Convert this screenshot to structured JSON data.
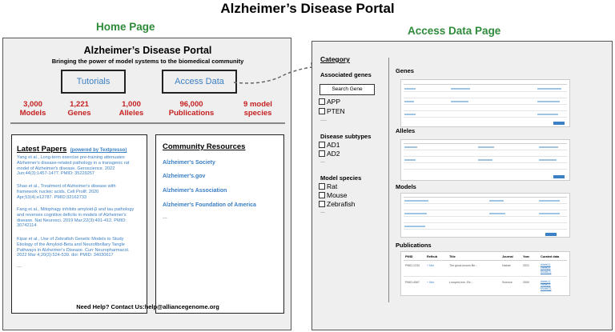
{
  "main_title": "Alzheimer’s Disease Portal",
  "home": {
    "section_title": "Home Page",
    "portal_title": "Alzheimer’s Disease Portal",
    "tagline": "Bringing the power of model systems to the biomedical community",
    "buttons": {
      "tutorials": "Tutorials",
      "access_data": "Access Data"
    },
    "stats": [
      {
        "value": "3,000",
        "label": "Models"
      },
      {
        "value": "1,221",
        "label": "Genes"
      },
      {
        "value": "1,000",
        "label": "Alleles"
      },
      {
        "value": "96,000",
        "label": "Publications"
      },
      {
        "value": "9 model",
        "label": "species"
      }
    ],
    "latest_papers": {
      "title": "Latest Papers",
      "powered_by": "(powered by Textpresso)",
      "papers": [
        {
          "lines": [
            "Yang et al., Long-term exercise pre-training attenuates",
            "Alzheimer's disease-related pathology in a transgenic rat",
            "model of Alzheimer's disease. Geroscience. 2022",
            "Jun;44(3):1457-1477. PMID: 35229257"
          ]
        },
        {
          "lines": [
            "Shao et al., Treatment of Alzheimer's disease with",
            "framework nucleic acids. Cell Prolif. 2020",
            "Apr;53(4):e12787. PMID:32162733"
          ]
        },
        {
          "lines": [
            "Fang et al., Mitophagy inhibits amyloid-β and tau pathology",
            "and reverses cognitive deficits in models of Alzheimer's",
            "disease. Nat Neurosci. 2019 Mar;22(3):401-412. PMID:",
            "30742114"
          ]
        },
        {
          "lines": [
            "Kipar et al., Use of Zebrafish Genetic Models to Study",
            "Etiology of the Amyloid-Beta and Neurofibrillary Tangle",
            "Pathways in Alzheimer's Disease. Curr Neuropharmacol.",
            "2022 Mar 4;20(3):524-539. doi: PMID: 34030617"
          ]
        }
      ],
      "more": "..."
    },
    "community": {
      "title": "Community Resources",
      "items": [
        "Alzheimer's Society",
        "Alzheimer's.gov",
        "Alzheimer's Association",
        "Alzheimer's Foundation of America"
      ],
      "more": "..."
    },
    "help": "Need Help? Contact Us:help@alliancegenome.org"
  },
  "access": {
    "section_title": "Access Data Page",
    "category": "Category",
    "associated_genes": {
      "title": "Associated genes",
      "search_placeholder": "Search Gene",
      "options": [
        "APP",
        "PTEN"
      ],
      "more": "...."
    },
    "disease_subtypes": {
      "title": "Disease subtypes",
      "options": [
        "AD1",
        "AD2"
      ],
      "more": "..."
    },
    "model_species": {
      "title": "Model species",
      "options": [
        "Rat",
        "Mouse",
        "Zebrafish"
      ],
      "more": "..."
    },
    "sections": [
      "Genes",
      "Alleles",
      "Models",
      "Publications"
    ],
    "publications_table": {
      "headers": [
        "PMID",
        "Refhub",
        "Title",
        "Journal",
        "Year",
        "Curated data"
      ],
      "rows": [
        [
          "PMID:1234",
          "+ Mor",
          "The good-known Be...",
          "Nature",
          "2021",
          "Allele(1)",
          "Gene(3)",
          "Model(1)"
        ],
        [
          "PMID:4567",
          "+ Mor",
          "Lumped-ism -Re...",
          "Science",
          "2000",
          "Allele(1)",
          "Gene(1)",
          "Model(1)"
        ]
      ]
    }
  },
  "colors": {
    "green_title": "#2e8b3a",
    "stat_red": "#c62020",
    "link_blue": "#3b7fc4",
    "panel_bg": "#efefef"
  }
}
